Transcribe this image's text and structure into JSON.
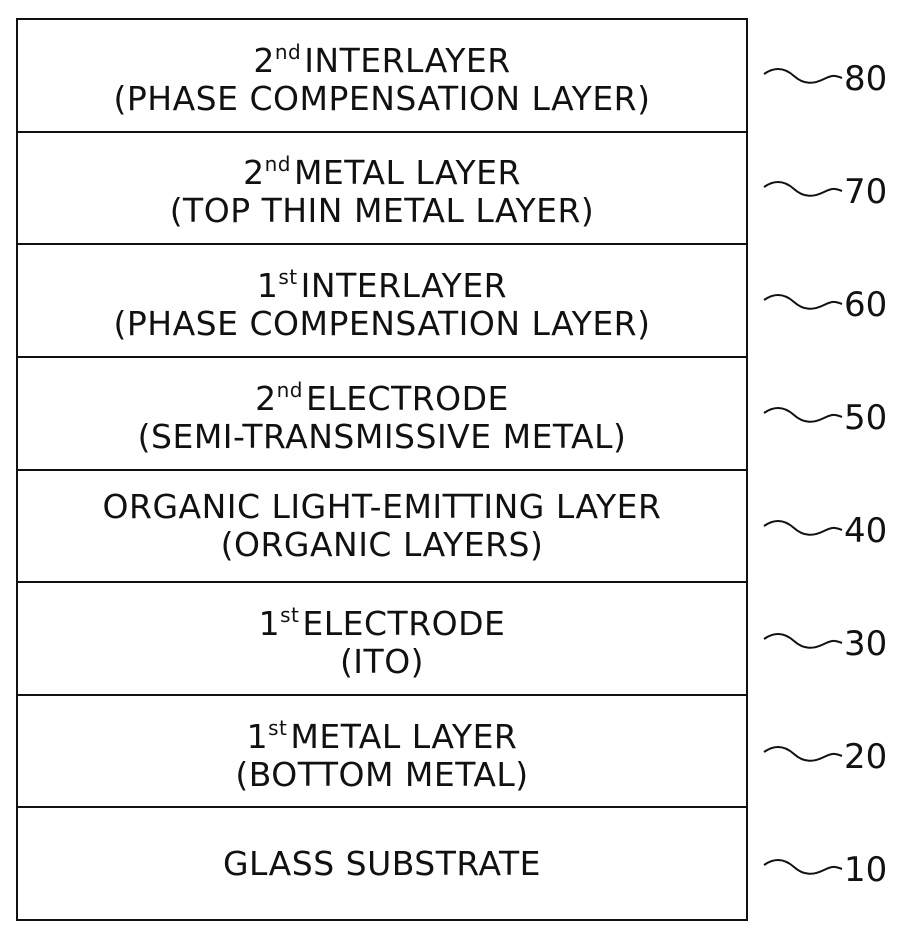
{
  "layers": [
    {
      "ref": "80",
      "ord_base": "2",
      "ord_sup": "nd",
      "line1_rest": "INTERLAYER",
      "line2": "(PHASE COMPENSATION LAYER)"
    },
    {
      "ref": "70",
      "ord_base": "2",
      "ord_sup": "nd",
      "line1_rest": "METAL LAYER",
      "line2": "(TOP THIN METAL LAYER)"
    },
    {
      "ref": "60",
      "ord_base": "1",
      "ord_sup": "st",
      "line1_rest": "INTERLAYER",
      "line2": "(PHASE COMPENSATION LAYER)"
    },
    {
      "ref": "50",
      "ord_base": "2",
      "ord_sup": "nd",
      "line1_rest": "ELECTRODE",
      "line2": "(SEMI-TRANSMISSIVE METAL)"
    },
    {
      "ref": "40",
      "line1": "ORGANIC LIGHT-EMITTING LAYER",
      "line2": "(ORGANIC LAYERS)"
    },
    {
      "ref": "30",
      "ord_base": "1",
      "ord_sup": "st",
      "line1_rest": "ELECTRODE",
      "line2": "(ITO)"
    },
    {
      "ref": "20",
      "ord_base": "1",
      "ord_sup": "st",
      "line1_rest": "METAL LAYER",
      "line2": "(BOTTOM METAL)"
    },
    {
      "ref": "10",
      "line1": "GLASS SUBSTRATE"
    }
  ]
}
